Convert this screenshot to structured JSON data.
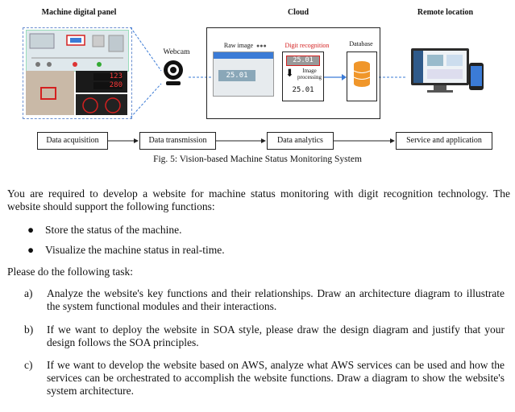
{
  "figure": {
    "headers": {
      "panel": "Machine digital panel",
      "cloud": "Cloud",
      "remote": "Remote location"
    },
    "webcam_label": "Webcam",
    "lcd_values": [
      "123",
      "280"
    ],
    "cloud": {
      "raw_image_label": "Raw image",
      "raw_image_value": "25.01",
      "digit_recognition_label": "Digit recognition",
      "digit_recognition_value": "25.01",
      "image_processing_label": "Image processing",
      "recognized_value": "25.01",
      "database_label": "Database"
    },
    "stages": [
      "Data acquisition",
      "Data transmission",
      "Data analytics",
      "Service and application"
    ],
    "caption": "Fig. 5: Vision-based Machine Status Monitoring System",
    "colors": {
      "accent_blue": "#3b7bd6",
      "database_orange": "#f0962a",
      "recognition_red": "#d42020"
    }
  },
  "intro": "You are required to develop a website for machine status monitoring with digit recognition technology. The website should support the following functions:",
  "bullets": [
    "Store the status of the machine.",
    "Visualize the machine status in real-time."
  ],
  "task_intro": "Please do the following task:",
  "tasks": [
    {
      "label": "a)",
      "text": "Analyze the website's key functions and their relationships. Draw an architecture diagram to illustrate the system functional modules and their interactions."
    },
    {
      "label": "b)",
      "text": "If we want to deploy the website in SOA style, please draw the design diagram and justify that your design follows the SOA principles."
    },
    {
      "label": "c)",
      "text": "If we want to develop the website based on AWS, analyze what AWS services can be used and how the services can be orchestrated to accomplish the website functions. Draw a diagram to show the website's system architecture."
    }
  ]
}
